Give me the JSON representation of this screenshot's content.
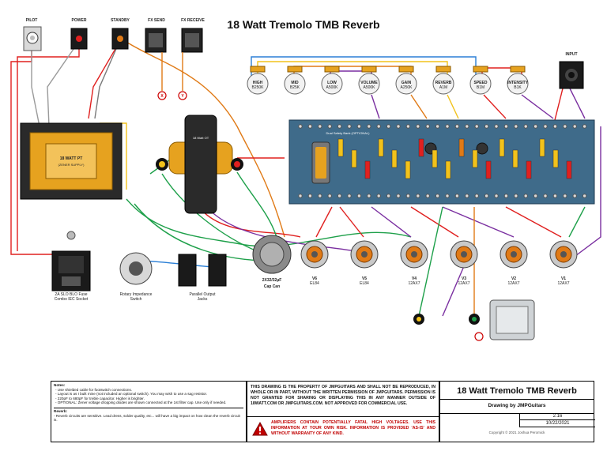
{
  "title": "18 Watt Tremolo TMB Reverb",
  "top_components": {
    "pilot": "PILOT",
    "power": "POWER",
    "standby": "STANDBY",
    "fx_send": "FX SEND",
    "fx_receive": "FX RECEIVE",
    "input": "INPUT"
  },
  "fx_markers": {
    "send": "X",
    "receive": "Y"
  },
  "pots": [
    {
      "name": "HIGH",
      "value": "B250K"
    },
    {
      "name": "MID",
      "value": "B25K"
    },
    {
      "name": "LOW",
      "value": "A500K"
    },
    {
      "name": "VOLUME",
      "value": "A500K"
    },
    {
      "name": "GAIN",
      "value": "A250K"
    },
    {
      "name": "REVERB",
      "value": "A1M"
    },
    {
      "name": "SPEED",
      "value": "B1M"
    },
    {
      "name": "INTENSITY",
      "value": "B1K"
    }
  ],
  "power_transformer": {
    "line1": "18 WATT PT",
    "line2": "(ZENER SUPPLY)"
  },
  "output_transformer": {
    "line1": "18 Watt OT"
  },
  "fuse_label": {
    "line1": "2A SLO BLO Fuse",
    "line2": "Combo IEC Socket"
  },
  "rotary_label": {
    "line1": "Rotary Impedance",
    "line2": "Switch"
  },
  "jacks_label": {
    "line1": "Parallel Output",
    "line2": "Jacks"
  },
  "cap_can": {
    "value": "2X32/32µF",
    "label": "Cap Can"
  },
  "tubes": [
    {
      "name": "V6",
      "type": "EL84"
    },
    {
      "name": "V5",
      "type": "EL84"
    },
    {
      "name": "V4",
      "type": "12AX7"
    },
    {
      "name": "V3",
      "type": "12AX7"
    },
    {
      "name": "V2",
      "type": "12AX7"
    },
    {
      "name": "V1",
      "type": "12AX7"
    }
  ],
  "board_note": "Dual Safety Bank (OPTIONAL)",
  "notes": {
    "heading": "Notes:",
    "items": [
      "- Use shielded cable for footswitch connections.",
      "- Layout is as I built mine (not included an optional switch). You may wish to use a sag resistor.",
      "- 220pF to 680pF for treble capacitor. Higher is brighter.",
      "- OPTIONAL: Zener voltage dropping diodes are shown connected at the 1st filter cap. Use only if needed."
    ],
    "reverb_heading": "Reverb:",
    "reverb_text": "- Reverb circuits are sensitive. Lead dress, solder quality, etc... will have a big impact on how clean the reverb circuit is."
  },
  "copyright_notice": "THIS DRAWING IS THE PROPERTY OF JMPGUITARS AND SHALL NOT BE REPRODUCED, IN WHOLE OR IN PART, WITHOUT THE WRITTEN PERMISSION OF JMPGUITARS. PERMISSION IS NOT GRANTED FOR SHARING OR DISPLAYING THIS IN ANY MANNER OUTSIDE OF 18WATT.COM OR JMPGUITARS.COM. NOT APPROVED FOR COMMERCIAL USE.",
  "warning": "AMPLIFIERS CONTAIN POTENTIALLY FATAL HIGH VOLTAGES. USE THIS INFORMATION AT YOUR OWN RISK. INFORMATION IS PROVIDED 'AS-IS' AND WITHOUT WARRANTY OF ANY KIND.",
  "title_block": {
    "title": "18 Watt Tremolo TMB Reverb",
    "drawing_by": "Drawing by JMPGuitars",
    "version": "2.16",
    "date": "10/22/2021",
    "copyright": "Copyright © 2021 Joshua Peromick"
  },
  "colors": {
    "board": "#3f6b8a",
    "wire_red": "#e0201f",
    "wire_green": "#1ea04a",
    "wire_orange": "#e07a16",
    "wire_purple": "#7a2fa0",
    "wire_blue": "#2b7fd6",
    "wire_yellow": "#f2c21b",
    "transformer": "#e6a21f"
  }
}
